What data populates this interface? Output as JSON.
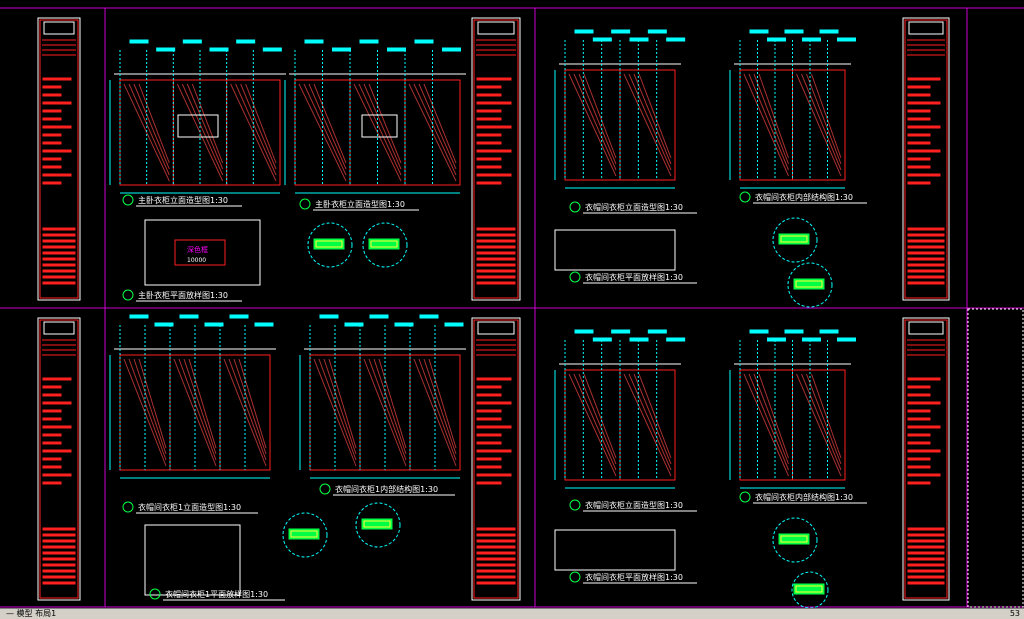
{
  "drawing": {
    "sheets": [
      {
        "id": "sheet-top-left",
        "title_main": "主卧衣柜立面造型图1:30",
        "title_second": "主卧衣柜立面造型图1:30",
        "title_plan": "主卧衣柜平面放样图1:30"
      },
      {
        "id": "sheet-top-right",
        "title_main": "衣帽间衣柜立面造型图1:30",
        "title_second": "衣帽间衣柜内部结构图1:30",
        "title_plan": "衣帽间衣柜平面放样图1:30"
      },
      {
        "id": "sheet-bottom-left",
        "title_main": "衣帽间衣柜1立面造型图1:30",
        "title_second": "衣帽间衣柜1内部结构图1:30",
        "title_plan": "衣帽间衣柜1平面放样图1:30"
      },
      {
        "id": "sheet-bottom-right",
        "title_main": "衣帽间衣柜立面造型图1:30",
        "title_second": "衣帽间衣柜内部结构图1:30",
        "title_plan": "衣帽间衣柜平面放样图1:30"
      }
    ],
    "plan_label": "深色框",
    "plan_label_sub": "10000",
    "colors": {
      "background": "#000000",
      "frame": "#cc00cc",
      "red": "#ff2020",
      "cyan": "#00ffff",
      "white": "#ffffff",
      "green": "#00ff44",
      "yellow": "#ffff33"
    }
  },
  "statusbar": {
    "left_text": "— 模型 布局1",
    "right_text": "53"
  }
}
